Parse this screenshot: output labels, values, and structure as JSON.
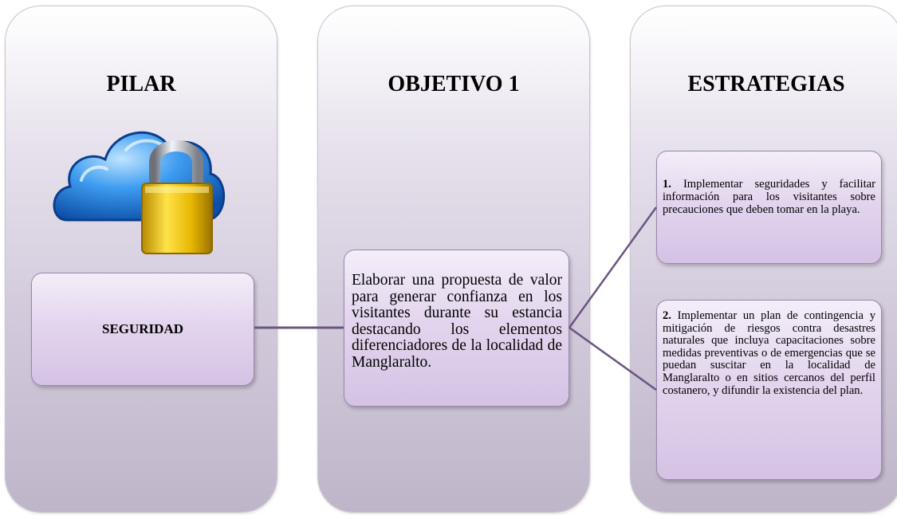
{
  "pilar": {
    "title": "PILAR",
    "icon": "cloud-padlock-icon",
    "label": "SEGURIDAD"
  },
  "objetivo": {
    "title": "OBJETIVO 1",
    "text": "Elaborar una propuesta de valor para generar confianza en los visitantes durante su estancia destacando los elementos diferenciadores de la localidad de Manglaralto."
  },
  "estrategias": {
    "title": "ESTRATEGIAS",
    "items": [
      {
        "number": "1.",
        "text": "Implementar seguridades y facilitar información para los visitantes sobre precauciones que deben tomar en la playa."
      },
      {
        "number": "2.",
        "text": "Implementar un plan de contingencia y mitigación de riesgos contra desastres naturales que incluya capacitaciones sobre medidas preventivas o de emergencias que se puedan suscitar en la localidad de Manglaralto o en sitios cercanos del perfil costanero, y difundir la existencia del plan."
      }
    ]
  },
  "colors": {
    "connector": "#6b5582",
    "box_border": "#9a88ad",
    "cloud": "#2b8be0",
    "lock": "#e8c010"
  }
}
